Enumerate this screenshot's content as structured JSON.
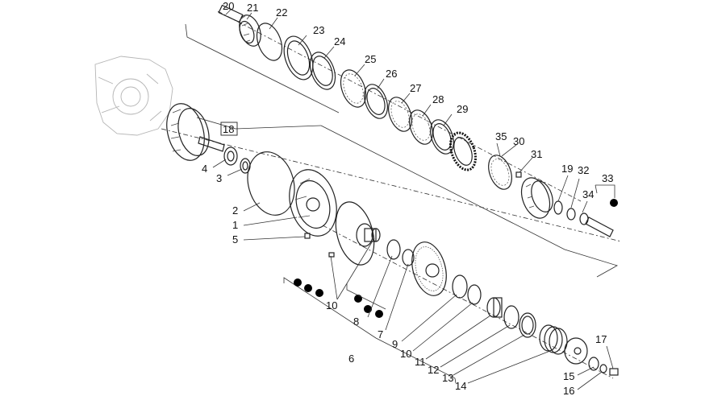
{
  "labels": [
    {
      "id": "20",
      "text": "20"
    },
    {
      "id": "21",
      "text": "21"
    },
    {
      "id": "22",
      "text": "22"
    },
    {
      "id": "23",
      "text": "23"
    },
    {
      "id": "24",
      "text": "24"
    },
    {
      "id": "25",
      "text": "25"
    },
    {
      "id": "26",
      "text": "26"
    },
    {
      "id": "27",
      "text": "27"
    },
    {
      "id": "28",
      "text": "28"
    },
    {
      "id": "29",
      "text": "29"
    },
    {
      "id": "18",
      "text": "18"
    },
    {
      "id": "35",
      "text": "35"
    },
    {
      "id": "30",
      "text": "30"
    },
    {
      "id": "31",
      "text": "31"
    },
    {
      "id": "19",
      "text": "19"
    },
    {
      "id": "32",
      "text": "32"
    },
    {
      "id": "33",
      "text": "33"
    },
    {
      "id": "34",
      "text": "34"
    },
    {
      "id": "4",
      "text": "4"
    },
    {
      "id": "3",
      "text": "3"
    },
    {
      "id": "2",
      "text": "2"
    },
    {
      "id": "1",
      "text": "1"
    },
    {
      "id": "5",
      "text": "5"
    },
    {
      "id": "10a",
      "text": "10"
    },
    {
      "id": "8",
      "text": "8"
    },
    {
      "id": "7",
      "text": "7"
    },
    {
      "id": "9",
      "text": "9"
    },
    {
      "id": "10b",
      "text": "10"
    },
    {
      "id": "11",
      "text": "11"
    },
    {
      "id": "12",
      "text": "12"
    },
    {
      "id": "13",
      "text": "13"
    },
    {
      "id": "14",
      "text": "14"
    },
    {
      "id": "6",
      "text": "6"
    },
    {
      "id": "17",
      "text": "17"
    },
    {
      "id": "15",
      "text": "15"
    },
    {
      "id": "16",
      "text": "16"
    }
  ],
  "colors": {
    "line": "#222222",
    "ghost": "#b5b5b5",
    "dot": "#000000",
    "background": "#ffffff"
  }
}
